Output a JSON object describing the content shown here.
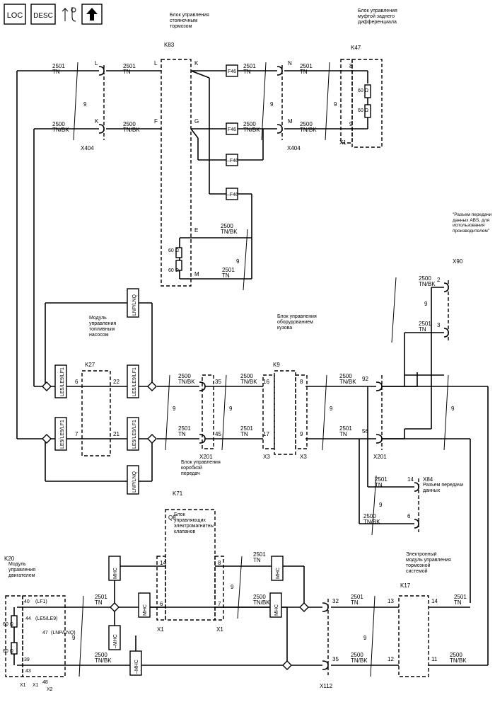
{
  "toolbar": {
    "btn_loc": "LOC",
    "btn_desc": "DESC",
    "btn_conn": "conn",
    "btn_up": "up"
  },
  "modules": {
    "k83": {
      "id": "K83",
      "title": "Блок управления стояночным тормозом"
    },
    "k47": {
      "id": "K47",
      "title": "Блок управления муфтой заднего дифференциала"
    },
    "k27": {
      "id": "K27",
      "title": "Модуль управления топливным насосом"
    },
    "k9": {
      "id": "K9",
      "title": "Блок управления оборудованием кузова"
    },
    "k71": {
      "id": "K71",
      "title": "Блок управления коробкой передач"
    },
    "q8": {
      "id": "Q8",
      "title": "Блок управляющих электромагнитных клапанов"
    },
    "k20": {
      "id": "K20",
      "title": "Модуль управления двигателем"
    },
    "k17": {
      "id": "K17",
      "title": "Электронный модуль управления тормозной системой"
    },
    "x84": {
      "id": "X84",
      "title": "Разъем передачи данных"
    },
    "x90": {
      "id": "X90",
      "title": "\"Разъем передачи данных ABS, для использования производителем\""
    }
  },
  "wires": {
    "w2501": "2501",
    "w2500": "2500",
    "tn": "TN",
    "tnbk": "TN/BK",
    "twist": "9"
  },
  "labels": {
    "x404a": "X404",
    "x404b": "X404",
    "x1a": "X1",
    "x201a": "X201",
    "x201b": "X201",
    "x3a": "X3",
    "x3b": "X3",
    "x112": "X112",
    "x1b": "X1",
    "x1c": "X1",
    "x1d": "X1",
    "x1e": "X1",
    "x2": "X2",
    "L1": "L",
    "L2": "L",
    "K1": "K",
    "F1": "F",
    "K2": "K",
    "G1": "G",
    "N1": "N",
    "M1": "M",
    "E1": "E",
    "M2": "M",
    "p8": "8",
    "p9": "9",
    "p6a": "6",
    "p7a": "7",
    "p22": "22",
    "p21": "21",
    "p35a": "35",
    "p45": "45",
    "p16": "16",
    "p17": "17",
    "p8b": "8",
    "p9b": "9",
    "p92": "92",
    "p56": "56",
    "p2": "2",
    "p3": "3",
    "p14x": "14",
    "p6x": "6",
    "p14q": "14",
    "p6q": "6",
    "p8q": "8",
    "p7q": "7",
    "p32": "32",
    "p35b": "35",
    "p13": "13",
    "p12": "12",
    "p14k": "14",
    "p11": "11",
    "p40": "40",
    "p39": "39",
    "p44": "44",
    "p43": "43",
    "p47": "47",
    "p48": "48",
    "lf1": "(LF1)",
    "le5le9": "(LE5/LE9)",
    "lnplnq": "(LNP/LNQ)",
    "ohm1": "60 Ω",
    "ohm2": "60 Ω",
    "ohm3": "60 Ω",
    "ohm4": "60 Ω",
    "ohm5": "60 Ω",
    "ohm6": "60 Ω",
    "f46a": "F46",
    "f46b": "F46",
    "f46c": "–F46",
    "f46d": "–F46",
    "mhc1": "MHC",
    "mhc2": "–MHC",
    "mhc3": "–MHC",
    "mhc4": "MHC",
    "mhc5": "MHC",
    "mhc6": "MHC",
    "opt1": "LE5/LE9/LF1",
    "opt2": "LE5/LE9/LF1",
    "opt3": "LE5/LE9/LF1",
    "opt4": "LE5/LE9/LF1",
    "opt5": "LNP/LNQ",
    "opt6": "LNP/LNQ"
  }
}
